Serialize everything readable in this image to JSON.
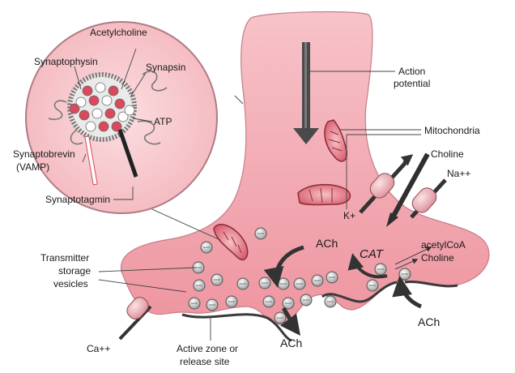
{
  "labels": {
    "acetylcholine": "Acetylcholine",
    "synaptophysin": "Synaptophysin",
    "synapsin": "Synapsin",
    "atp": "ATP",
    "synaptobrevin": "Synaptobrevin",
    "vamp": "(VAMP)",
    "synaptotagmin": "Synaptotagmin",
    "action_potential_1": "Action",
    "action_potential_2": "potential",
    "mitochondria": "Mitochondria",
    "choline_top": "Choline",
    "na": "Na++",
    "k": "K+",
    "ach_left": "ACh",
    "cat": "CAT",
    "acetylcoa": "acetylCoA",
    "choline_right": "Choline",
    "transmitter_1": "Transmitter",
    "transmitter_2": "storage",
    "transmitter_3": "vesicles",
    "ca": "Ca++",
    "active_zone_1": "Active zone or",
    "active_zone_2": "release site",
    "ach_bottom": "ACh",
    "ach_right": "ACh"
  },
  "colors": {
    "terminal_fill": "#f2a9b1",
    "terminal_edge": "#c77d88",
    "inset_fill": "#f6c6cc",
    "vesicle_fill": "#d9d9d9",
    "vesicle_edge": "#555555",
    "ach_dot": "#d94a5c",
    "arrow": "#3a3a3a"
  }
}
